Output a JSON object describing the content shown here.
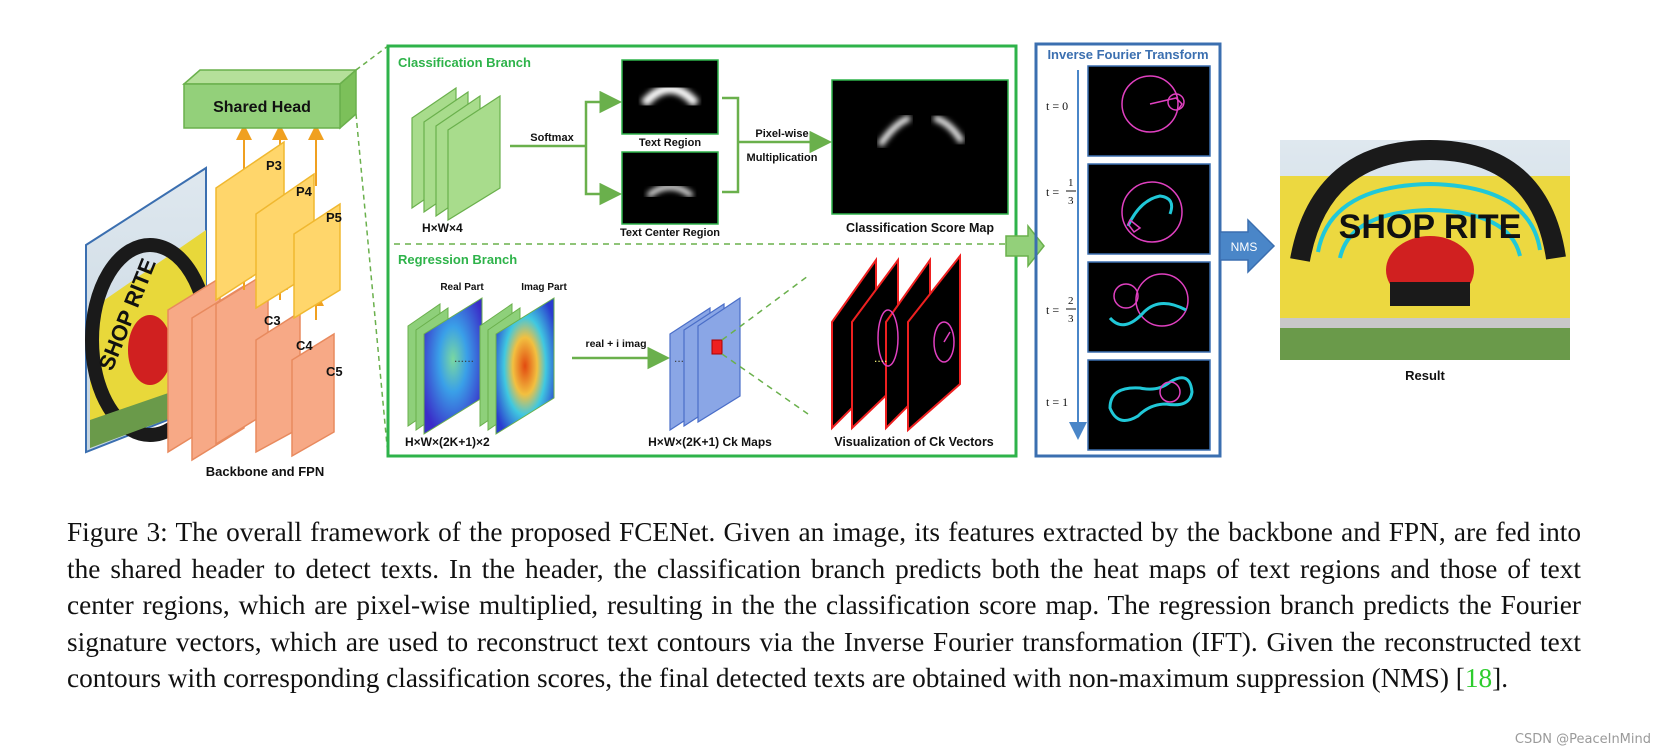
{
  "figure": {
    "shared_head": "Shared Head",
    "fpn_levels": [
      "P3",
      "P4",
      "P5"
    ],
    "backbone_levels": [
      "C3",
      "C4",
      "C5"
    ],
    "backbone_label": "Backbone and FPN",
    "classification": {
      "title": "Classification Branch",
      "input_label": "H×W×4",
      "softmax": "Softmax",
      "text_region": "Text Region",
      "text_center_region": "Text Center Region",
      "pixelwise_line1": "Pixel-wise",
      "pixelwise_line2": "Multiplication",
      "score_map": "Classification Score Map"
    },
    "regression": {
      "title": "Regression Branch",
      "real_part": "Real Part",
      "imag_part": "Imag Part",
      "input_label": "H×W×(2K+1)×2",
      "combine": "real + i imag",
      "ck_maps": "H×W×(2K+1) Ck Maps",
      "ck_vectors": "Visualization of Ck Vectors"
    },
    "ift": {
      "title": "Inverse Fourier Transform",
      "t0": "t = 0",
      "t1_num": "1",
      "t1_den": "3",
      "t2_num": "2",
      "t2_den": "3",
      "t3": "t = 1",
      "t_prefix": "t ="
    },
    "nms": "NMS",
    "result": "Result",
    "sign_text": "SHOP RITE"
  },
  "caption": {
    "text": "Figure 3: The overall framework of the proposed FCENet. Given an image, its features extracted by the backbone and FPN, are fed into the shared header to detect texts.  In the header, the classification branch predicts both the heat maps of text regions and those of text center regions, which are pixel-wise multiplied, resulting in the the classification score map.  The regression branch predicts the Fourier signature vectors, which are used to reconstruct text contours via the Inverse Fourier transformation (IFT). Given the reconstructed text contours with corresponding classification scores, the final detected texts are obtained with non-maximum suppression (NMS) [",
    "ref": "18",
    "end": "]."
  },
  "watermark": "CSDN @PeaceInMind",
  "colors": {
    "green": "#2eb34a",
    "blue_frame": "#3b6fb0",
    "orange": "#f5a07a",
    "yellow": "#ffd45e",
    "head_green": "#93d07a",
    "ck_blue": "#7a98e0",
    "contour_pink": "#e040c0",
    "contour_cyan": "#20c8d8"
  }
}
